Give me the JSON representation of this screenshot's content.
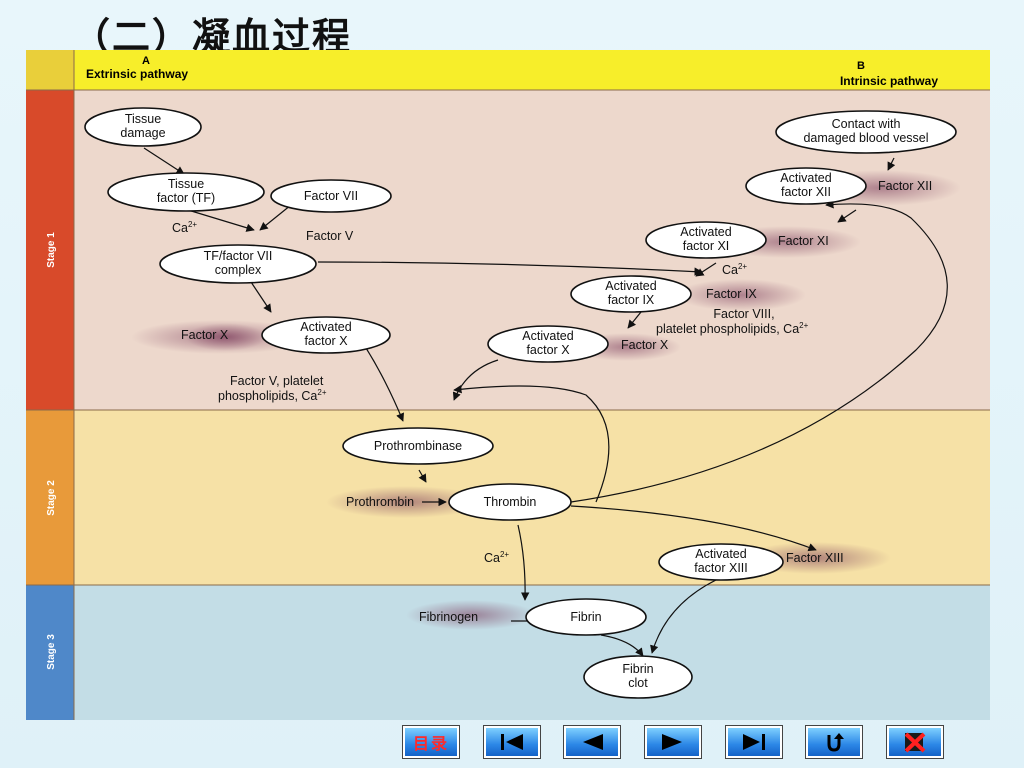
{
  "slide": {
    "title": "（二）凝血过程"
  },
  "header": {
    "a_letter": "A",
    "a_label": "Extrinsic pathway",
    "b_letter": "B",
    "b_label": "Intrinsic pathway"
  },
  "stages": {
    "stage1": "Stage 1",
    "stage2": "Stage 2",
    "stage3": "Stage 3"
  },
  "nodes": {
    "tissue_damage": [
      "Tissue",
      "damage"
    ],
    "tissue_factor": [
      "Tissue",
      "factor (TF)"
    ],
    "factor_vii": [
      "Factor VII"
    ],
    "tf_vii_complex": [
      "TF/factor VII",
      "complex"
    ],
    "activated_x_left": [
      "Activated",
      "factor X"
    ],
    "contact": [
      "Contact with",
      "damaged blood vessel"
    ],
    "activated_xii": [
      "Activated",
      "factor XII"
    ],
    "activated_xi": [
      "Activated",
      "factor XI"
    ],
    "activated_ix": [
      "Activated",
      "factor IX"
    ],
    "activated_x_right": [
      "Activated",
      "factor X"
    ],
    "prothrombinase": [
      "Prothrombinase"
    ],
    "thrombin": [
      "Thrombin"
    ],
    "activated_xiii": [
      "Activated",
      "factor XIII"
    ],
    "fibrin": [
      "Fibrin"
    ],
    "fibrin_clot": [
      "Fibrin",
      "clot"
    ]
  },
  "labels": {
    "ca_1": "Ca",
    "factor_v": "Factor V",
    "factor_x_left": "Factor X",
    "factor_xii": "Factor XII",
    "factor_xi": "Factor XI",
    "ca_2": "Ca",
    "factor_ix": "Factor IX",
    "factor_viii_1": "Factor VIII,",
    "factor_viii_2": "platelet phospholipids, Ca",
    "factor_x_right": "Factor X",
    "factor_v_platelet_1": "Factor V, platelet",
    "factor_v_platelet_2": "phospholipids, Ca",
    "prothrombin": "Prothrombin",
    "ca_3": "Ca",
    "factor_xiii": "Factor XIII",
    "fibrinogen": "Fibrinogen",
    "superscript": "2+"
  },
  "nav": {
    "menu_label": "目录",
    "buttons": [
      "first-icon",
      "prev-icon",
      "next-icon",
      "last-icon",
      "return-icon",
      "exit-icon"
    ]
  },
  "colors": {
    "header": "#f7ee2a",
    "stage1": "#edd8cc",
    "stage2": "#f6e1a6",
    "stage3": "#c3dde6",
    "side1": "#d84a2a",
    "side2": "#e89a3a",
    "side3": "#4f88c9",
    "button": "#2b86e6"
  }
}
